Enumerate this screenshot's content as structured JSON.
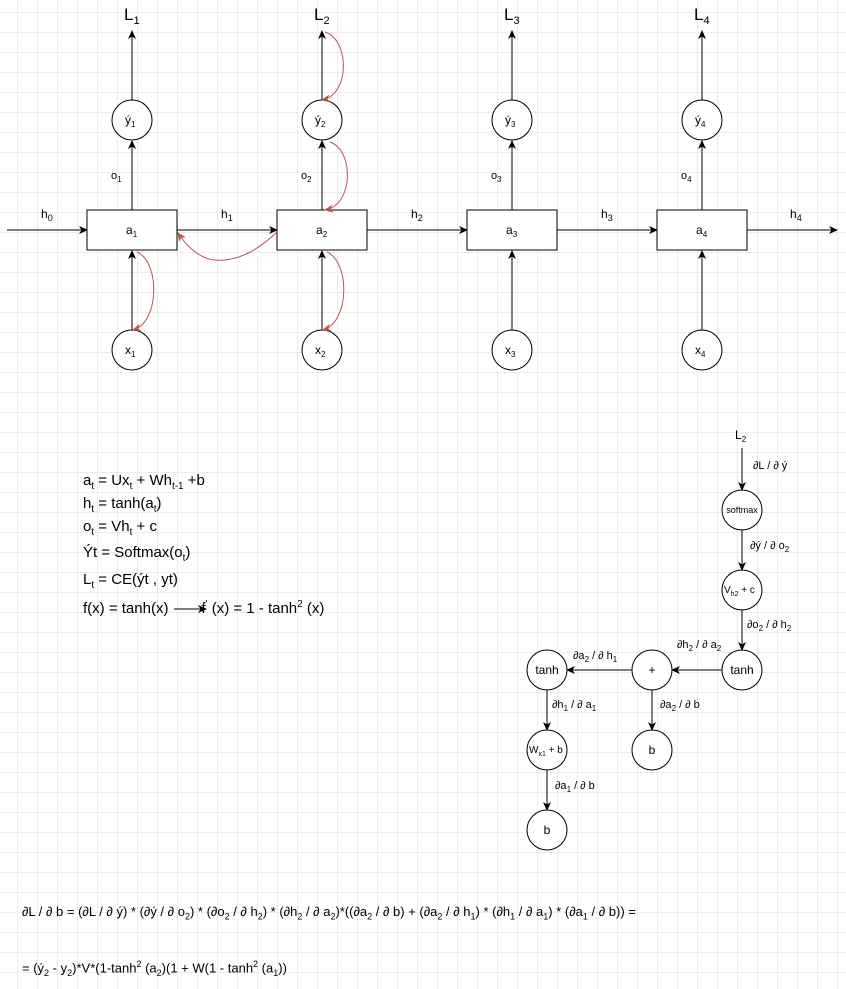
{
  "rnn": {
    "losses": [
      "L",
      "L",
      "L",
      "L"
    ],
    "loss_subs": [
      "1",
      "2",
      "3",
      "4"
    ],
    "outputs": [
      "ý",
      "ý",
      "ý",
      "ý"
    ],
    "output_subs": [
      "1",
      "2",
      "3",
      "4"
    ],
    "o_labels": [
      "o",
      "o",
      "o",
      "o"
    ],
    "o_subs": [
      "1",
      "2",
      "3",
      "4"
    ],
    "cells": [
      "a",
      "a",
      "a",
      "a"
    ],
    "cell_subs": [
      "1",
      "2",
      "3",
      "4"
    ],
    "inputs": [
      "x",
      "x",
      "x",
      "x"
    ],
    "input_subs": [
      "1",
      "2",
      "3",
      "4"
    ],
    "hidden": [
      "h",
      "h",
      "h",
      "h",
      "h"
    ],
    "hidden_subs": [
      "0",
      "1",
      "2",
      "3",
      "4"
    ]
  },
  "equations": {
    "eq1": {
      "a": "a",
      "a_sub": "t",
      "mid": " = Ux",
      "x_sub": "t",
      "mid2": " + Wh",
      "h_sub": "t-1",
      "end": " +b"
    },
    "eq2": {
      "a": "h",
      "a_sub": "t",
      "mid": " = tanh(a",
      "x_sub": "t",
      "end": ")"
    },
    "eq3": {
      "a": "o",
      "a_sub": "t",
      "mid": " = Vh",
      "x_sub": "t",
      "end": " + c"
    },
    "eq4": {
      "a": "Ýt = Softmax(o",
      "a_sub": "t",
      "end": ")"
    },
    "eq5": {
      "a": "L",
      "a_sub": "t",
      "end": " = CE(ýt , yt)"
    },
    "eq6": {
      "a": "f(x) = tanh(x)",
      "b": "f",
      "b_sup": "'",
      "c": " (x) = 1 - tanh",
      "c_sup": "2",
      "d": " (x)"
    }
  },
  "graph": {
    "loss_label": "L",
    "loss_sub": "2",
    "softmax": "softmax",
    "vh_node": {
      "a": "V",
      "sub": "h2",
      "b": " + c"
    },
    "tanh_top": "tanh",
    "plus": "+",
    "tanh_left": "tanh",
    "b_right": "b",
    "wx_node": {
      "a": "W",
      "sub": "x1",
      "b": " + b"
    },
    "b_bottom": "b",
    "e1": "∂L / ∂ ý",
    "e2": {
      "a": "∂ý / ∂ o",
      "sub": "2"
    },
    "e3": {
      "a": "∂o",
      "sub1": "2",
      "b": " / ∂ h",
      "sub2": "2"
    },
    "e4": {
      "a": "∂h",
      "sub1": "2",
      "b": " / ∂ a",
      "sub2": "2"
    },
    "e5": {
      "a": "∂a",
      "sub1": "2",
      "b": " / ∂ h",
      "sub2": "1"
    },
    "e6": {
      "a": "∂a",
      "sub1": "2",
      "b": " / ∂ b"
    },
    "e7": {
      "a": "∂h",
      "sub1": "1",
      "b": " / ∂ a",
      "sub2": "1"
    },
    "e8": {
      "a": "∂a",
      "sub1": "1",
      "b": " / ∂ b"
    }
  },
  "formula1": {
    "t0": "∂L / ∂ b = (∂L / ∂ ý) *  (∂ý / ∂ o",
    "s0": "2",
    "t1": ") * (∂o",
    "s1": "2",
    "t2": " / ∂ h",
    "s2": "2",
    "t3": ") * (∂h",
    "s3": "2",
    "t4": " / ∂ a",
    "s4": "2",
    "t5": ")*((∂a",
    "s5": "2",
    "t6": " / ∂ b) + (∂a",
    "s6": "2",
    "t7": " / ∂ h",
    "s7": "1",
    "t8": ") * (∂h",
    "s8": "1",
    "t9": " / ∂ a",
    "s9": "1",
    "t10": ") * (∂a",
    "s10": "1",
    "t11": " / ∂ b)) ="
  },
  "formula2": {
    "t0": "= (ý",
    "s0": "2",
    "t1": " - y",
    "s1": "2",
    "t2": ")*V*(1-tanh",
    "p2": "2",
    "t3": " (a",
    "s3": "2",
    "t4": ")(1 + W(1 - tanh",
    "p4": "2",
    "t5": " (a",
    "s5": "1",
    "t6": "))"
  },
  "colors": {
    "arrow": "#000000",
    "backprop": "#b85450"
  }
}
